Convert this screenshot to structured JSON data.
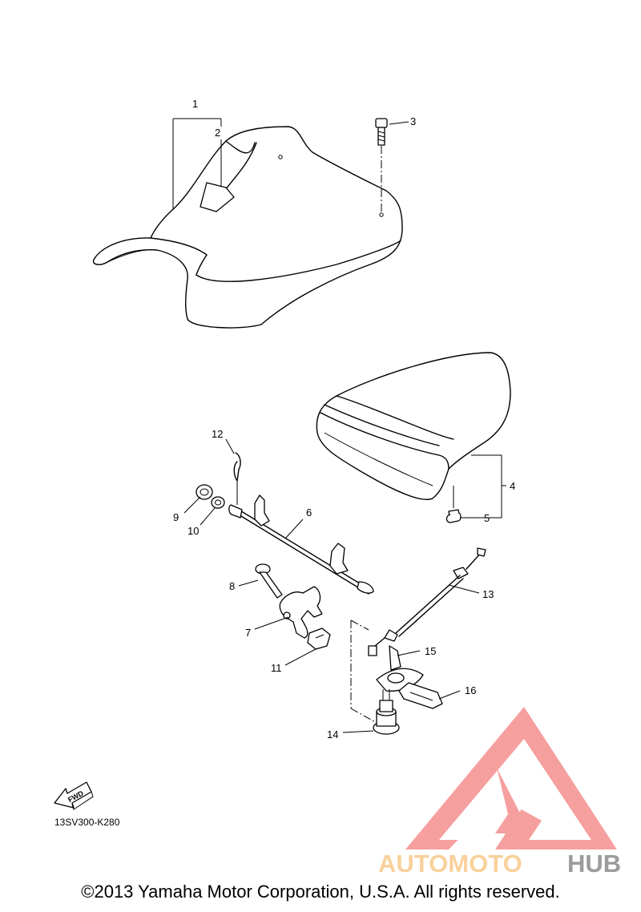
{
  "diagram": {
    "callouts": [
      "1",
      "2",
      "3",
      "4",
      "5",
      "6",
      "7",
      "8",
      "9",
      "10",
      "11",
      "12",
      "13",
      "14",
      "15",
      "16"
    ],
    "fwd_label": "FWD",
    "drawing_code": "13SV300-K280"
  },
  "watermark": {
    "text_light": "AUTOMOTO",
    "text_dark": "HUB",
    "color_primary": "#f58f8f",
    "color_light_text": "#f7c98a",
    "color_dark_text": "#8a8a8a"
  },
  "footer": {
    "copyright": "©2013 Yamaha Motor Corporation, U.S.A. All rights reserved."
  }
}
